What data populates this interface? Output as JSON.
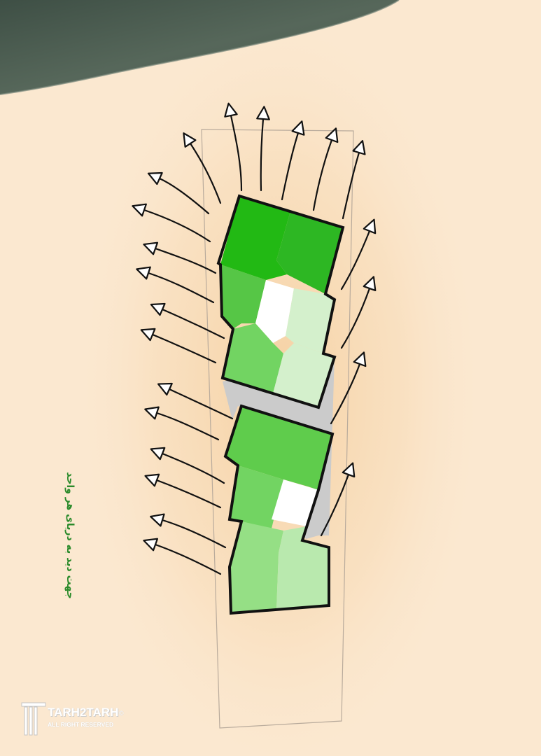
{
  "side_label": {
    "text": "جهت دید به دریای هر واحد"
  },
  "logo": {
    "name": "TARH2TARH",
    "tagline": "ALL RIGHT RESERVED",
    "copyright_mark": "©"
  },
  "colors": {
    "sea": "#4a5a4e",
    "sand": "#fbe8d0",
    "sand_glow": "#f6d2a6",
    "plot_outline": "#b9ab9c",
    "walkway": "#cbcbcb",
    "green_dark": "#22b914",
    "green_dark_2": "#2db723",
    "green_medium": "#56c646",
    "green_medium_2": "#5fcc4c",
    "green_light": "#72d462",
    "green_lighter": "#95df85",
    "green_pale": "#b9e9ae",
    "green_paler": "#d4f0cc",
    "label": "#2a8a2a",
    "outline": "#111111"
  }
}
